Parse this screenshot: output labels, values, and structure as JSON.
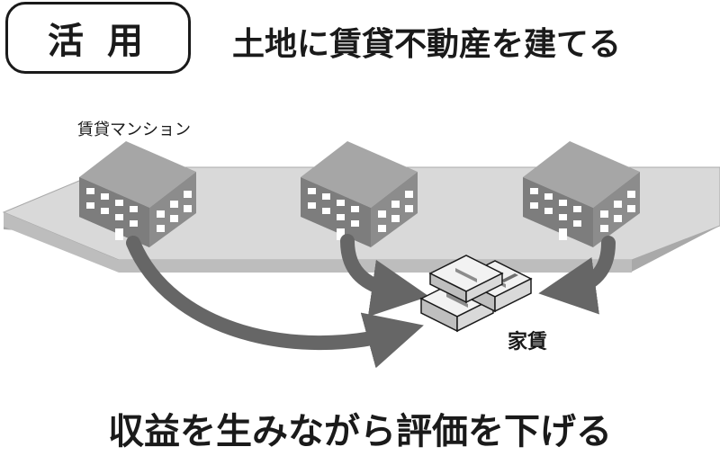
{
  "badge": {
    "label": "活 用"
  },
  "headline": "土地に賃貸不動産を建てる",
  "building_label": "賃貸マンション",
  "rent_label": "家賃",
  "bottom_message": "収益を生みながら評価を下げる",
  "colors": {
    "ground": "#d9d9d9",
    "ground_side": "#a9a9a9",
    "roof": "#a6a6a6",
    "wall_front": "#8c8c8c",
    "wall_side": "#6f6f6f",
    "window": "#ffffff",
    "arrow": "#666666",
    "text": "#1a1a1a"
  },
  "icons": [
    "building-icon",
    "money-stack-icon",
    "arrow-icon"
  ]
}
